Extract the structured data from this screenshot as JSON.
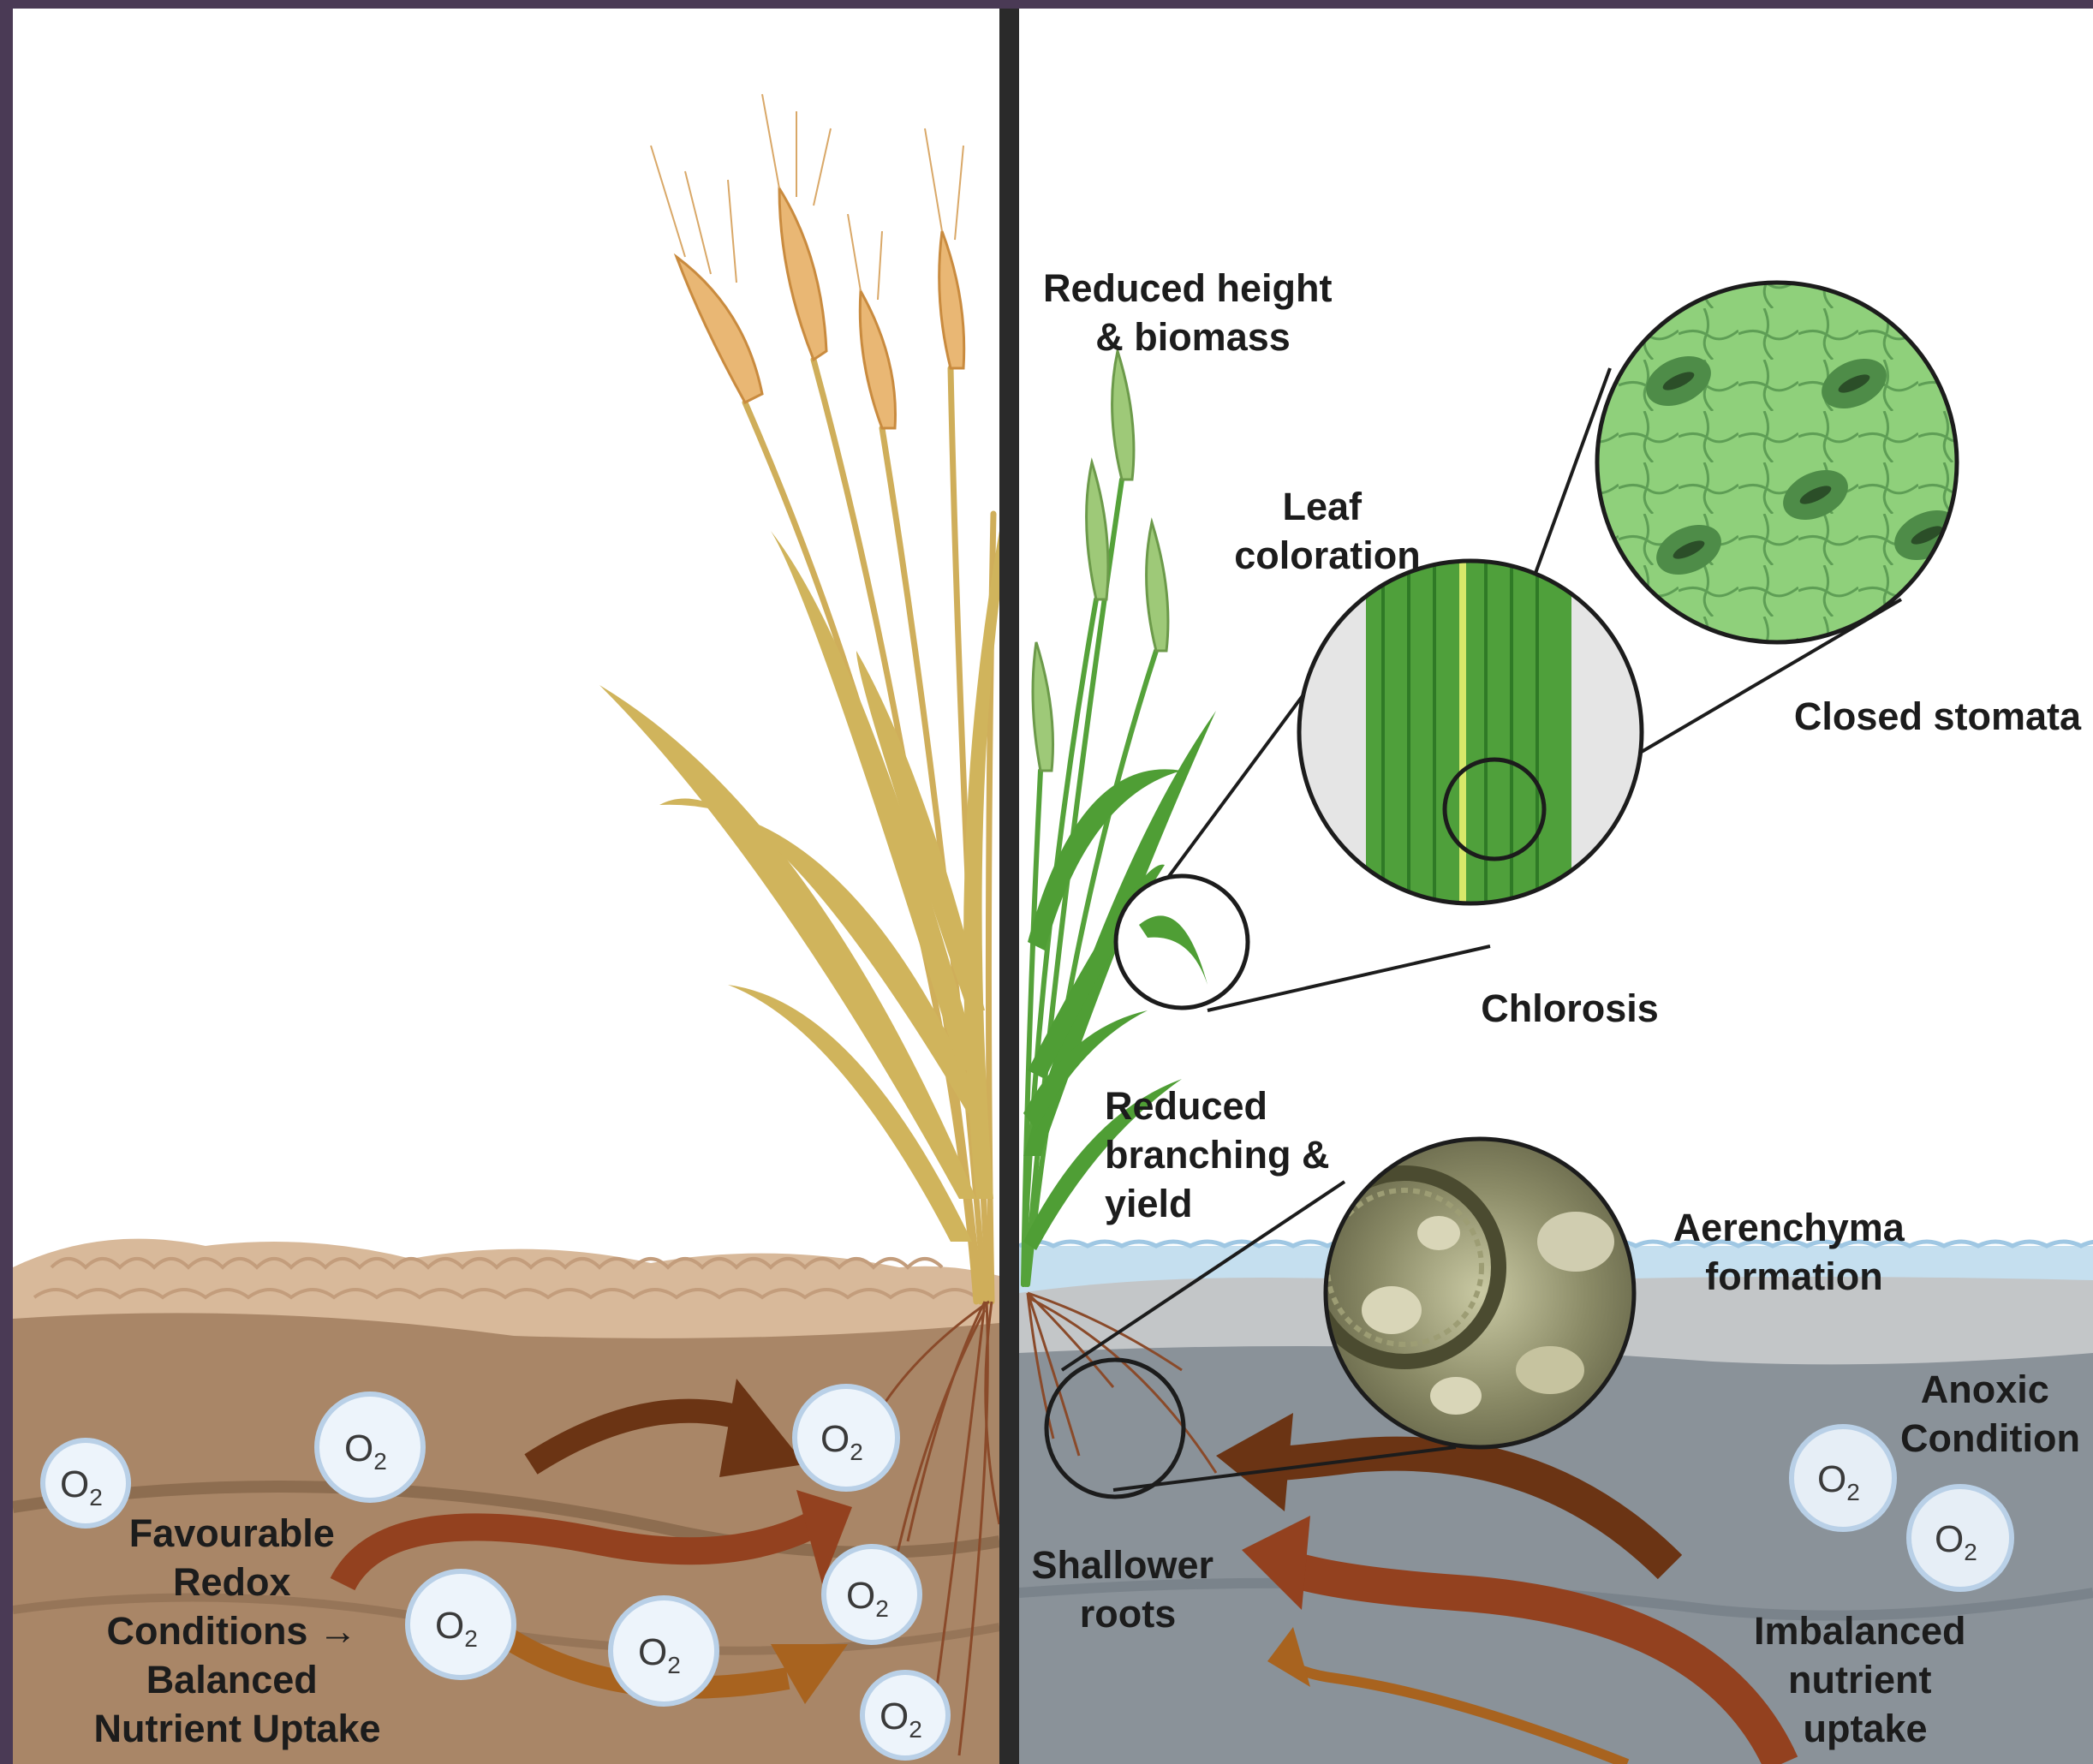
{
  "colors": {
    "frame": "#4a3a55",
    "healthy_soil": "#a98667",
    "flooded_soil": "#8a9299",
    "water": "#c5dfef",
    "mature_stem": "#cfae5a",
    "grain_head": "#e9b774",
    "green_leaf": "#4f9e35",
    "arrow_brown": "#6b3414",
    "arrow_red": "#93411f",
    "arrow_orange": "#a8631f"
  },
  "oxygen_symbol": {
    "base": "O",
    "sub": "2"
  },
  "healthy": {
    "label": [
      "Favourable",
      "Redox",
      "Conditions →",
      "Balanced",
      "Nutrient Uptake"
    ]
  },
  "stressed": {
    "labels": {
      "height": [
        "Reduced height",
        "& biomass"
      ],
      "leaf_coloration": [
        "Leaf",
        "coloration"
      ],
      "closed_stomata": [
        "Closed stomata"
      ],
      "chlorosis": [
        "Chlorosis"
      ],
      "branching": [
        "Reduced",
        "branching &",
        "yield"
      ],
      "aerenchyma": [
        "Aerenchyma",
        "formation"
      ],
      "anoxic": [
        "Anoxic",
        "Condition"
      ],
      "shallower_roots": [
        "Shallower",
        "roots"
      ],
      "imbalanced": [
        "Imbalanced",
        "nutrient",
        "uptake"
      ]
    }
  }
}
